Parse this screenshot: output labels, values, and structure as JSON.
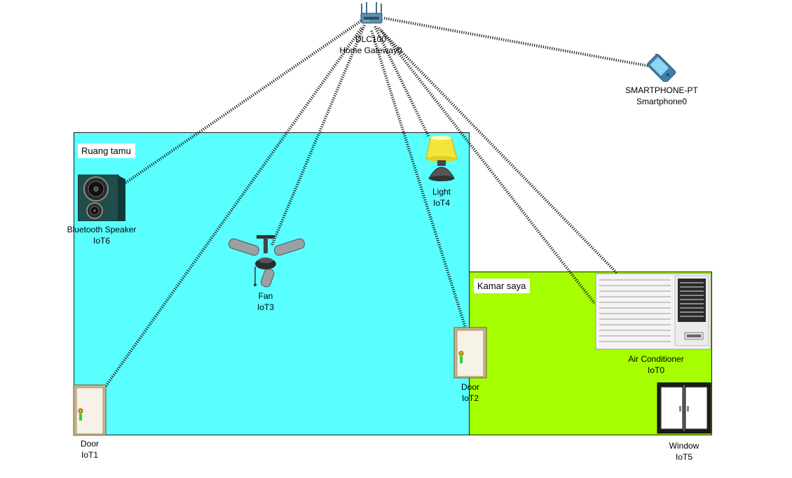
{
  "rooms": [
    {
      "label": "Ruang tamu",
      "color": "#59ffff"
    },
    {
      "label": "Kamar saya",
      "color": "#a6ff00"
    }
  ],
  "devices": {
    "gateway": {
      "model": "DLC100",
      "name": "Home Gateway0",
      "icon": "home-gateway-icon"
    },
    "smartphone": {
      "model": "SMARTPHONE-PT",
      "name": "Smartphone0",
      "icon": "smartphone-icon"
    },
    "speaker": {
      "model": "Bluetooth Speaker",
      "name": "IoT6",
      "icon": "speaker-icon"
    },
    "light": {
      "model": "Light",
      "name": "IoT4",
      "icon": "lamp-icon"
    },
    "fan": {
      "model": "Fan",
      "name": "IoT3",
      "icon": "ceiling-fan-icon"
    },
    "door1": {
      "model": "Door",
      "name": "IoT1",
      "icon": "door-icon"
    },
    "door2": {
      "model": "Door",
      "name": "IoT2",
      "icon": "door-icon"
    },
    "ac": {
      "model": "Air Conditioner",
      "name": "IoT0",
      "icon": "air-conditioner-icon"
    },
    "window": {
      "model": "Window",
      "name": "IoT5",
      "icon": "window-icon"
    }
  },
  "wireless_links": [
    {
      "from": "gateway",
      "to": "smartphone"
    },
    {
      "from": "gateway",
      "to": "speaker"
    },
    {
      "from": "gateway",
      "to": "fan"
    },
    {
      "from": "gateway",
      "to": "door1"
    },
    {
      "from": "gateway",
      "to": "light"
    },
    {
      "from": "gateway",
      "to": "door2"
    },
    {
      "from": "gateway",
      "to": "ac"
    },
    {
      "from": "gateway",
      "to": "window"
    }
  ]
}
